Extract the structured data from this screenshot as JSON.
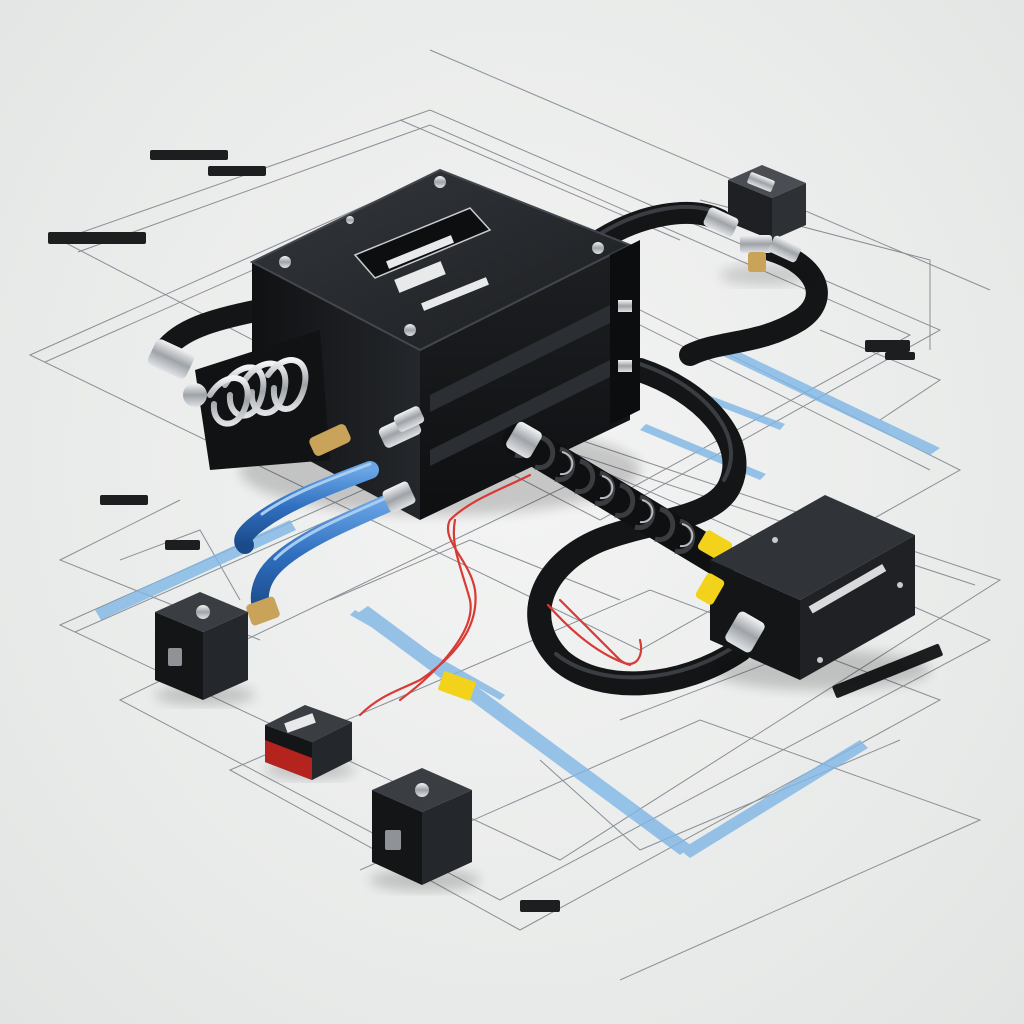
{
  "image": {
    "kind": "isometric technical illustration",
    "background_color": "#eceeed",
    "colors": {
      "housing": "#16181b",
      "housing_top": "#2a2d31",
      "hose": "#141517",
      "blue_hose": "#2f6fbf",
      "blue_stripe": "#7fb6e6",
      "red_wire": "#d83a36",
      "chrome": "#c9ccce",
      "brass": "#c9a35a",
      "warning_yellow": "#f2d21b",
      "line_gray": "#8a8f95"
    },
    "icons": [
      "main-control-box",
      "solenoid-valve",
      "junction-box",
      "sensor-cube",
      "coil-spring",
      "hose-fitting"
    ]
  }
}
